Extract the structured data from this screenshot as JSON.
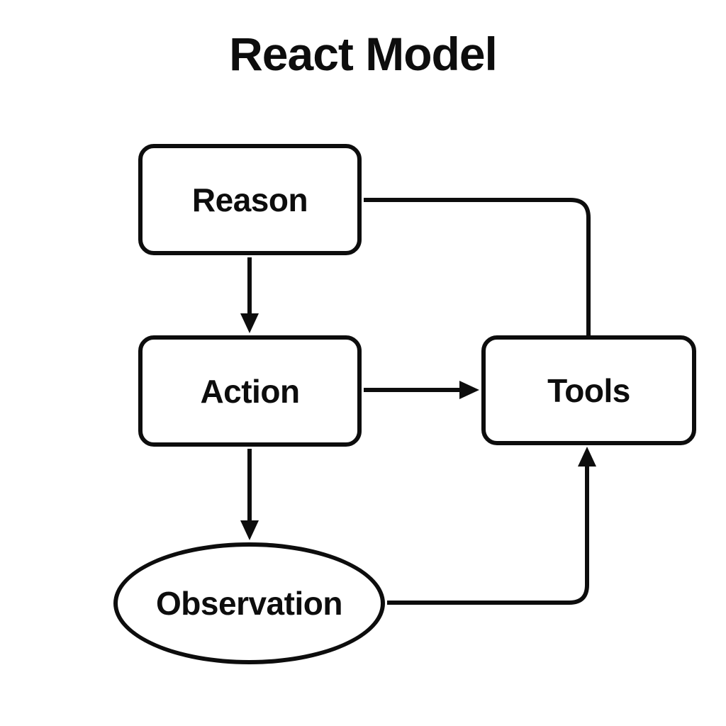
{
  "diagram": {
    "title": "React Model",
    "type": "flowchart",
    "colors": {
      "background": "#ffffff",
      "stroke": "#0d0d0d",
      "text": "#0d0d0d"
    },
    "nodes": [
      {
        "id": "reason",
        "label": "Reason",
        "shape": "rounded-rect"
      },
      {
        "id": "action",
        "label": "Action",
        "shape": "rounded-rect"
      },
      {
        "id": "tools",
        "label": "Tools",
        "shape": "rounded-rect"
      },
      {
        "id": "observation",
        "label": "Observation",
        "shape": "ellipse"
      }
    ],
    "edges": [
      {
        "from": "reason",
        "to": "action",
        "arrowhead": true,
        "route": "straight-down"
      },
      {
        "from": "action",
        "to": "tools",
        "arrowhead": true,
        "route": "straight-right"
      },
      {
        "from": "action",
        "to": "observation",
        "arrowhead": true,
        "route": "straight-down"
      },
      {
        "from": "reason",
        "to": "tools",
        "arrowhead": false,
        "route": "right-then-down-into-top"
      },
      {
        "from": "observation",
        "to": "tools",
        "arrowhead": true,
        "route": "right-then-up-into-bottom"
      }
    ]
  }
}
